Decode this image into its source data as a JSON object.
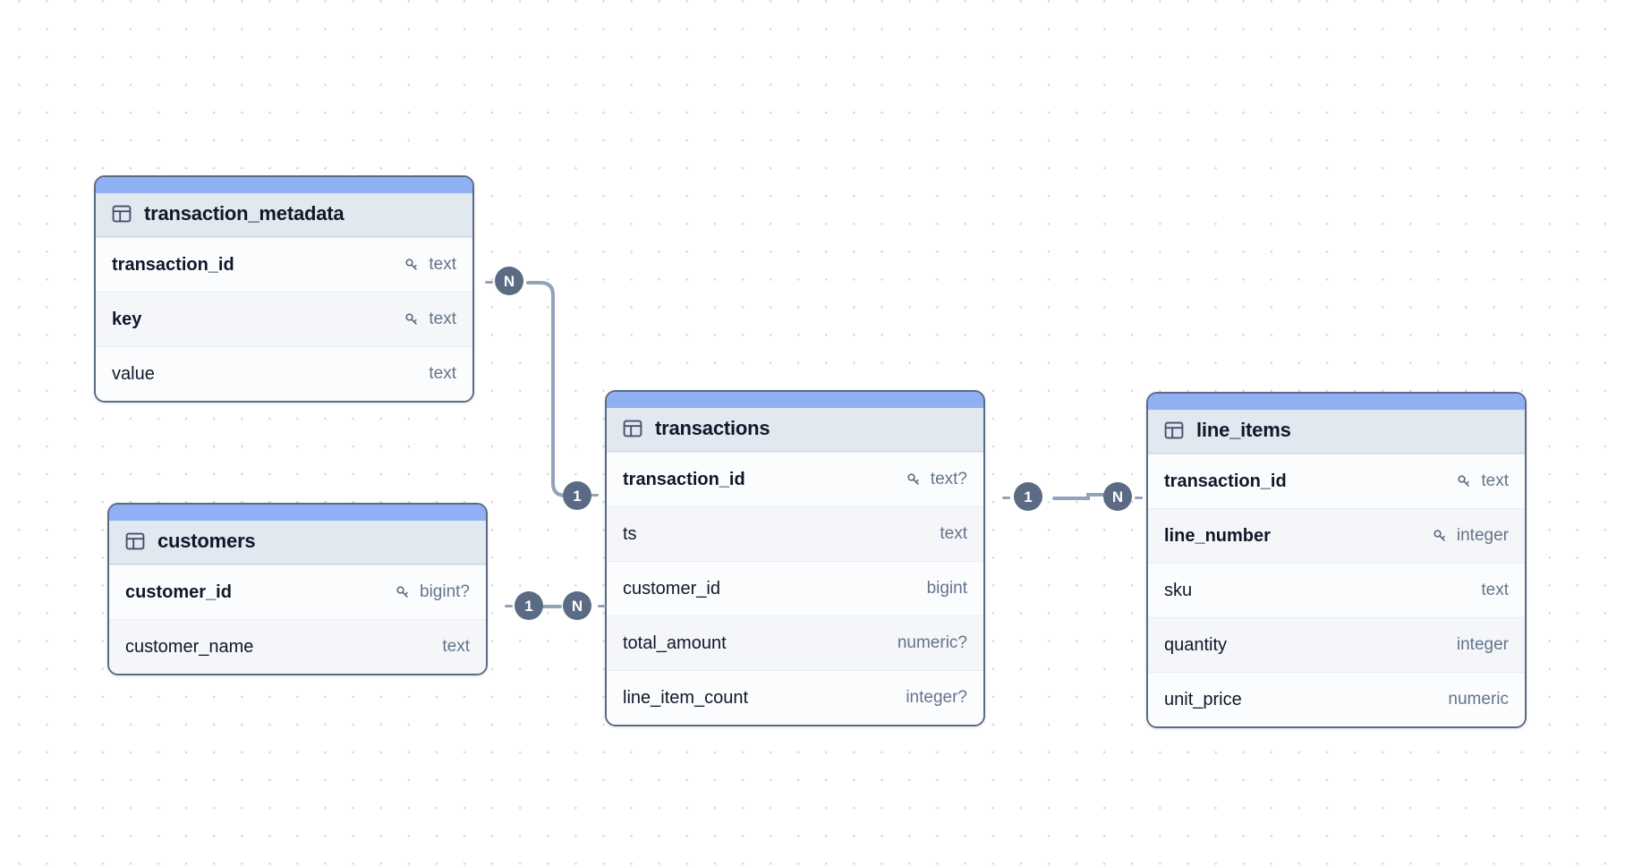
{
  "diagram": {
    "kind": "er-diagram",
    "background": "dotted-grid",
    "colors": {
      "accent_bar": "#8fb0f2",
      "node_border": "#5b6b84",
      "header_bg": "#e2e8f0",
      "row_bg": "#fbfcfd",
      "row_alt_bg": "#f4f6f9",
      "type_text": "#64748b",
      "badge_bg": "#5b6b84",
      "edge_line": "#93a3ba",
      "grid_dot": "#d6d6de"
    }
  },
  "tables": [
    {
      "id": "transaction_metadata",
      "title": "transaction_metadata",
      "icon": "table-icon",
      "columns": [
        {
          "name": "transaction_id",
          "type": "text",
          "pk": true
        },
        {
          "name": "key",
          "type": "text",
          "pk": true
        },
        {
          "name": "value",
          "type": "text",
          "pk": false
        }
      ]
    },
    {
      "id": "customers",
      "title": "customers",
      "icon": "table-icon",
      "columns": [
        {
          "name": "customer_id",
          "type": "bigint?",
          "pk": true
        },
        {
          "name": "customer_name",
          "type": "text",
          "pk": false
        }
      ]
    },
    {
      "id": "transactions",
      "title": "transactions",
      "icon": "table-icon",
      "columns": [
        {
          "name": "transaction_id",
          "type": "text?",
          "pk": true
        },
        {
          "name": "ts",
          "type": "text",
          "pk": false
        },
        {
          "name": "customer_id",
          "type": "bigint",
          "pk": false
        },
        {
          "name": "total_amount",
          "type": "numeric?",
          "pk": false
        },
        {
          "name": "line_item_count",
          "type": "integer?",
          "pk": false
        }
      ]
    },
    {
      "id": "line_items",
      "title": "line_items",
      "icon": "table-icon",
      "columns": [
        {
          "name": "transaction_id",
          "type": "text",
          "pk": true
        },
        {
          "name": "line_number",
          "type": "integer",
          "pk": true
        },
        {
          "name": "sku",
          "type": "text",
          "pk": false
        },
        {
          "name": "quantity",
          "type": "integer",
          "pk": false
        },
        {
          "name": "unit_price",
          "type": "numeric",
          "pk": false
        }
      ]
    }
  ],
  "relationships": [
    {
      "id": "metadata-to-transactions",
      "from_table": "transaction_metadata",
      "from_column": "transaction_id",
      "from_cardinality": "N",
      "to_table": "transactions",
      "to_column": "transaction_id",
      "to_cardinality": "1"
    },
    {
      "id": "customers-to-transactions",
      "from_table": "customers",
      "from_column": "customer_id",
      "from_cardinality": "1",
      "to_table": "transactions",
      "to_column": "customer_id",
      "to_cardinality": "N"
    },
    {
      "id": "transactions-to-line-items",
      "from_table": "transactions",
      "from_column": "transaction_id",
      "from_cardinality": "1",
      "to_table": "line_items",
      "to_column": "transaction_id",
      "to_cardinality": "N"
    }
  ]
}
